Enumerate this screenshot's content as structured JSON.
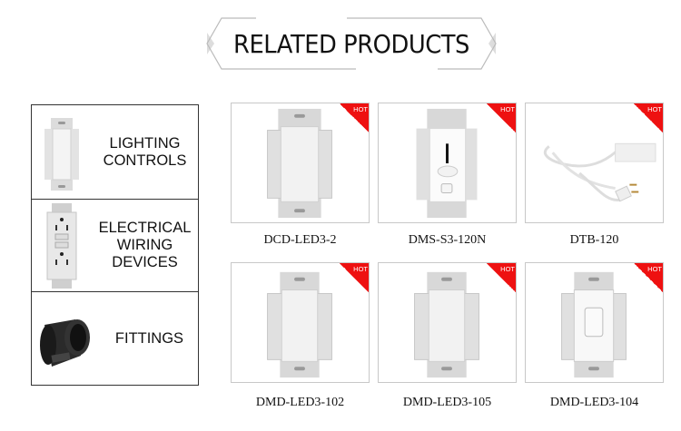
{
  "header": {
    "title": "RELATED PRODUCTS"
  },
  "categories": [
    {
      "label": "LIGHTING\nCONTROLS",
      "icon": "dimmer-switch-icon"
    },
    {
      "label": "ELECTRICAL\nWIRING\nDEVICES",
      "icon": "gfci-outlet-icon"
    },
    {
      "label": "FITTINGS",
      "icon": "conduit-fitting-icon"
    }
  ],
  "products": [
    {
      "name": "DCD-LED3-2",
      "badge": "HOT",
      "image": "rocker-dimmer-switch"
    },
    {
      "name": "DMS-S3-120N",
      "badge": "HOT",
      "image": "slide-dimmer-switch"
    },
    {
      "name": "DTB-120",
      "badge": "HOT",
      "image": "cord-extension-box"
    },
    {
      "name": "DMD-LED3-102",
      "badge": "HOT",
      "image": "rocker-dimmer-switch"
    },
    {
      "name": "DMD-LED3-105",
      "badge": "HOT",
      "image": "rocker-dimmer-switch"
    },
    {
      "name": "DMD-LED3-104",
      "badge": "HOT",
      "image": "paddle-dimmer-switch"
    }
  ],
  "colors": {
    "hot_badge": "#ee1111",
    "card_border": "#c8c8c8",
    "panel_border": "#333333"
  }
}
